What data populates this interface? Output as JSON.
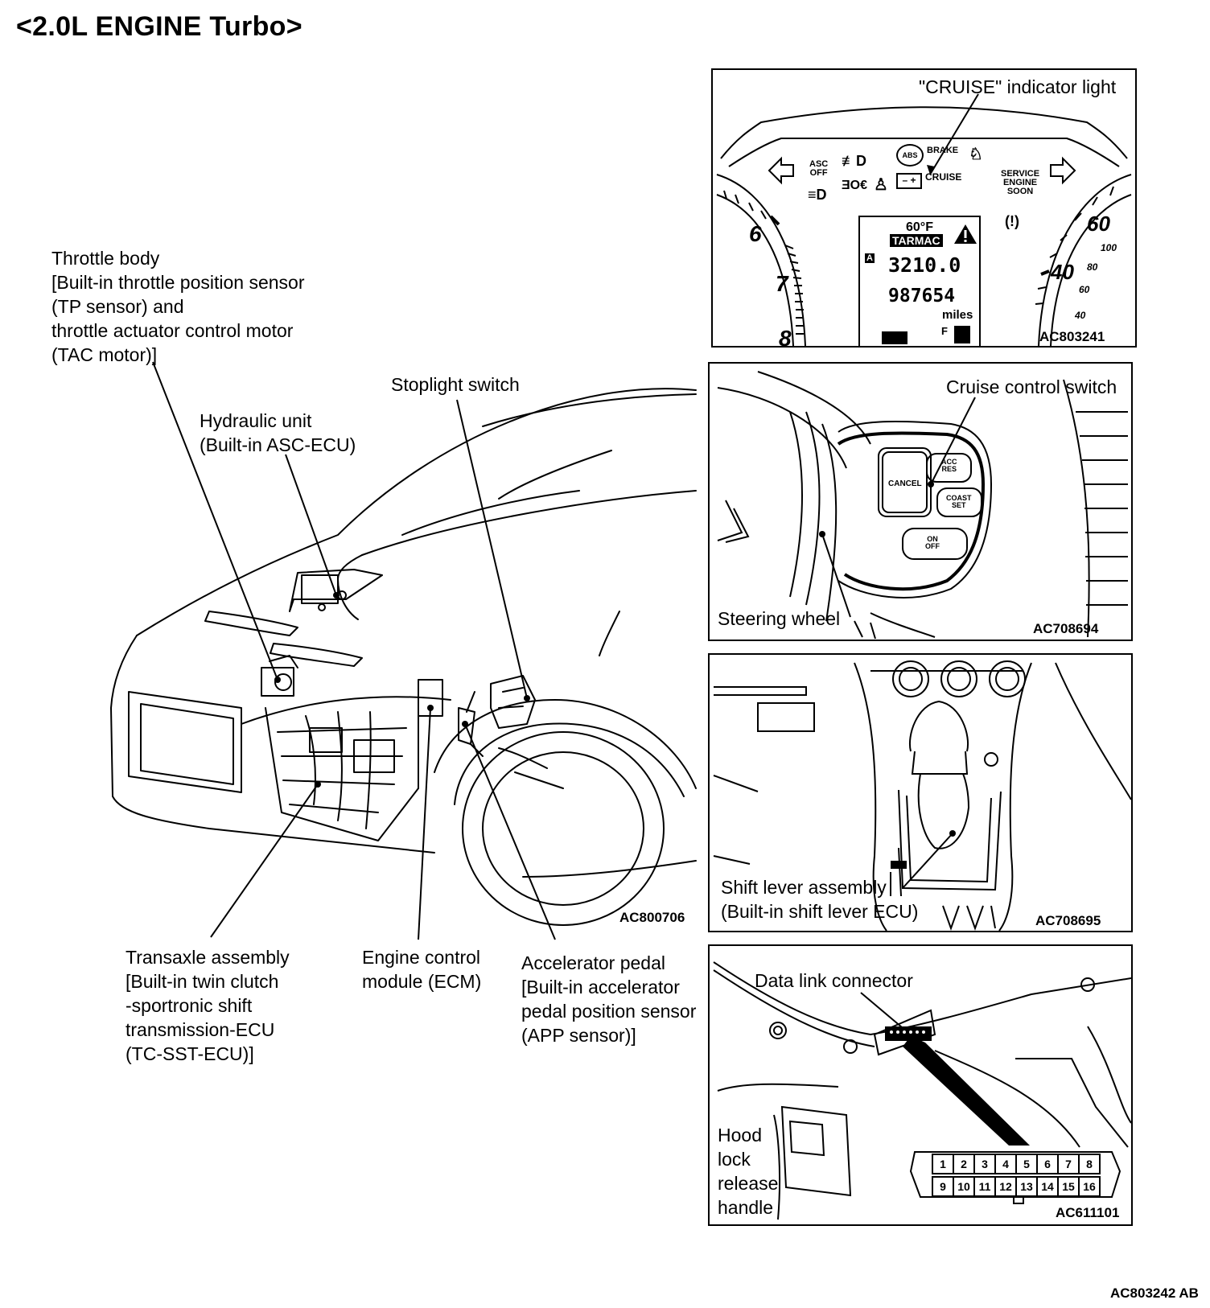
{
  "title": "<2.0L ENGINE Turbo>",
  "main": {
    "code": "AC800706",
    "labels": {
      "throttle_body": [
        "Throttle body",
        "[Built-in throttle position sensor",
        "(TP sensor) and",
        "throttle actuator control motor",
        "(TAC motor)]"
      ],
      "stoplight_switch": [
        "Stoplight switch"
      ],
      "hydraulic_unit": [
        "Hydraulic unit",
        "(Built-in ASC-ECU)"
      ],
      "transaxle": [
        "Transaxle assembly",
        "[Built-in twin clutch",
        "-sportronic shift",
        "transmission-ECU",
        "(TC-SST-ECU)]"
      ],
      "ecm": [
        "Engine control",
        "module (ECM)"
      ],
      "accel_pedal": [
        "Accelerator pedal",
        "[Built-in accelerator",
        "pedal position sensor",
        "(APP sensor)]"
      ]
    }
  },
  "panels": {
    "cluster": {
      "label": "\"CRUISE\" indicator light",
      "code": "AC803241",
      "display": {
        "temp": "60°F",
        "road": "TARMAC",
        "trip_marker": "A",
        "trip": "3210.0",
        "odo": "987654",
        "unit": "miles",
        "fuel": "F"
      },
      "tach_numbers": [
        "6",
        "7",
        "8"
      ],
      "speed_numbers": [
        "60",
        "40",
        "100",
        "80",
        "60",
        "40"
      ],
      "icons": {
        "asc_off": "ASC\nOFF",
        "brake": "BRAKE",
        "cruise": "CRUISE",
        "abs": "ABS",
        "service": [
          "SERVICE",
          "ENGINE",
          "SOON"
        ]
      }
    },
    "steering": {
      "label_switch": "Cruise control switch",
      "label_wheel": "Steering wheel",
      "code": "AC708694",
      "buttons": {
        "cancel": "CANCEL",
        "acc_res": [
          "ACC",
          "RES"
        ],
        "coast_set": [
          "COAST",
          "SET"
        ],
        "on_off": [
          "ON",
          "OFF"
        ]
      }
    },
    "shift": {
      "labels": [
        "Shift lever assembly",
        "(Built-in shift lever ECU)"
      ],
      "code": "AC708695"
    },
    "dlc": {
      "label_dlc": "Data link connector",
      "label_hood": [
        "Hood",
        "lock",
        "release",
        "handle"
      ],
      "code": "AC611101",
      "pins_top": [
        "1",
        "2",
        "3",
        "4",
        "5",
        "6",
        "7",
        "8"
      ],
      "pins_bottom": [
        "9",
        "10",
        "11",
        "12",
        "13",
        "14",
        "15",
        "16"
      ]
    }
  },
  "footer_code": "AC803242 AB"
}
